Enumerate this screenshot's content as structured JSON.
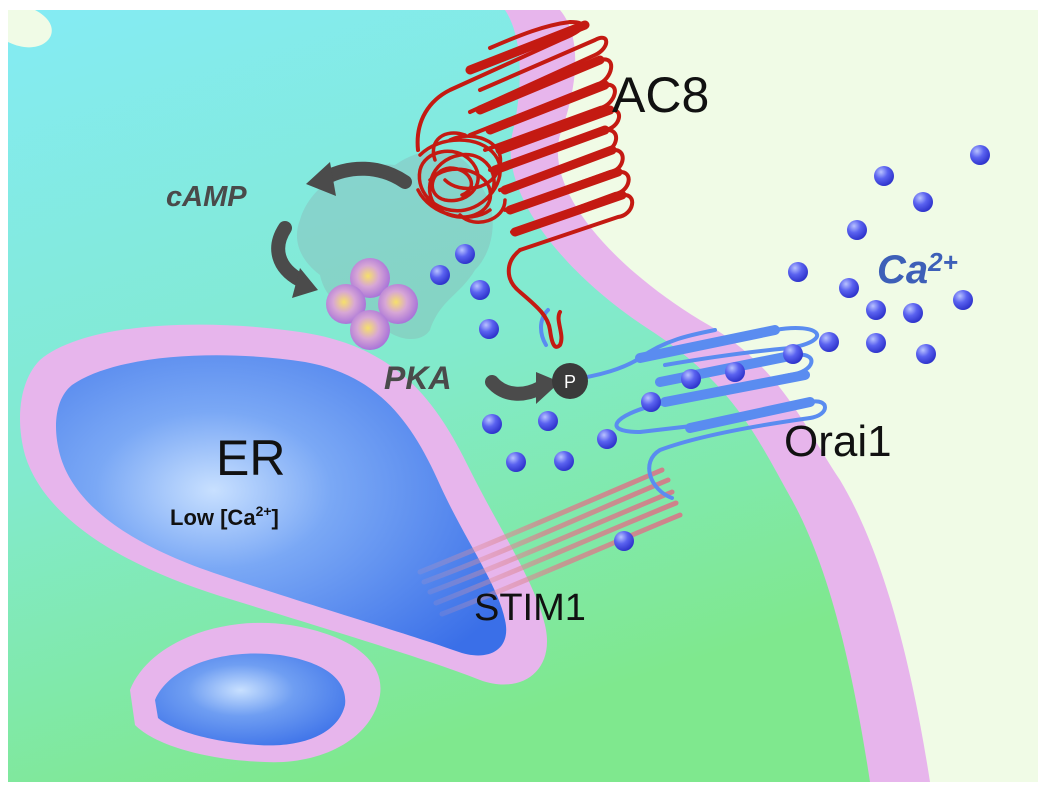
{
  "labels": {
    "ac8": "AC8",
    "camp": "cAMP",
    "ca_out_base": "Ca",
    "ca_out_sup": "2+",
    "pka": "PKA",
    "phospho": "P",
    "er": "ER",
    "er_low_prefix": "Low [Ca",
    "er_low_sup": "2+",
    "er_low_suffix": "]",
    "orai1": "Orai1",
    "stim1": "STIM1"
  },
  "colors": {
    "frame": "#ffffff",
    "extracellular": "#f0fbe6",
    "membrane": "#e7b5ec",
    "cytosol_top": "#82eaf2",
    "cytosol_bottom": "#7fe89a",
    "er_inner": "#3f78ea",
    "er_highlight": "#b3d4ff",
    "ac8": "#c41a12",
    "orai1": "#5a8cf0",
    "stim1": "#d77f87",
    "calcium": "#3a3ee0",
    "pka": "#b78ad8",
    "arrow": "#4b4b4b",
    "ca_text": "#3d5fb8"
  },
  "icons": {
    "pka_cluster": "pka-subunit-icon",
    "calcium_ion": "calcium-ion-icon",
    "phosphate": "phosphate-icon"
  }
}
